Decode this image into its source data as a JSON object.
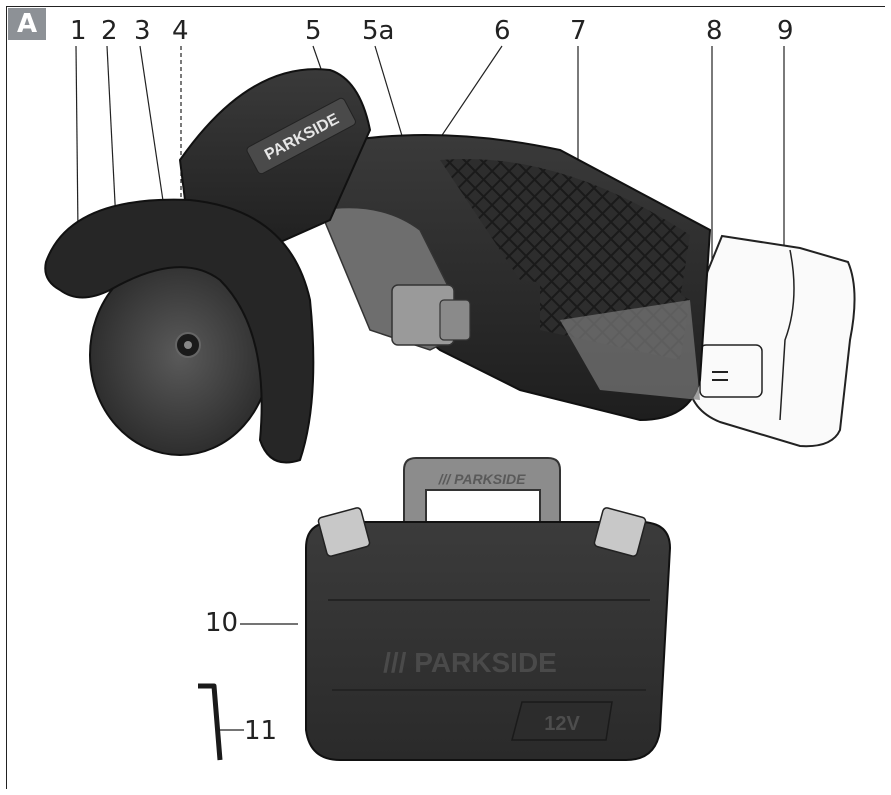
{
  "figure": {
    "badge": "A",
    "labels": {
      "l1": "1",
      "l2": "2",
      "l3": "3",
      "l4": "4",
      "l5": "5",
      "l5a": "5a",
      "l6": "6",
      "l7": "7",
      "l8": "8",
      "l9": "9",
      "l10": "10",
      "l11": "11"
    },
    "brand_text": {
      "tool": "PARKSIDE",
      "handle": "/// PARKSIDE",
      "case": "/// PARKSIDE",
      "case_badge": "12V"
    }
  }
}
